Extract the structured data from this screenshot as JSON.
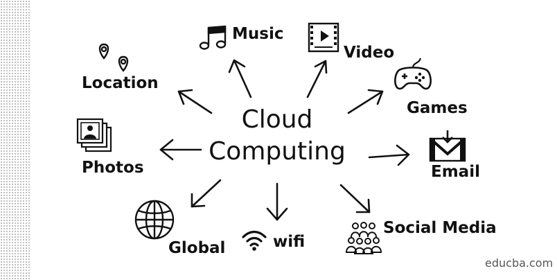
{
  "center": {
    "line1": "Cloud",
    "line2": "Computing"
  },
  "nodes": {
    "music": "Music",
    "video": "Video",
    "location": "Location",
    "games": "Games",
    "photos": "Photos",
    "email": "Email",
    "global": "Global",
    "wifi": "wifi",
    "social": "Social Media"
  },
  "brand": "educba.com"
}
